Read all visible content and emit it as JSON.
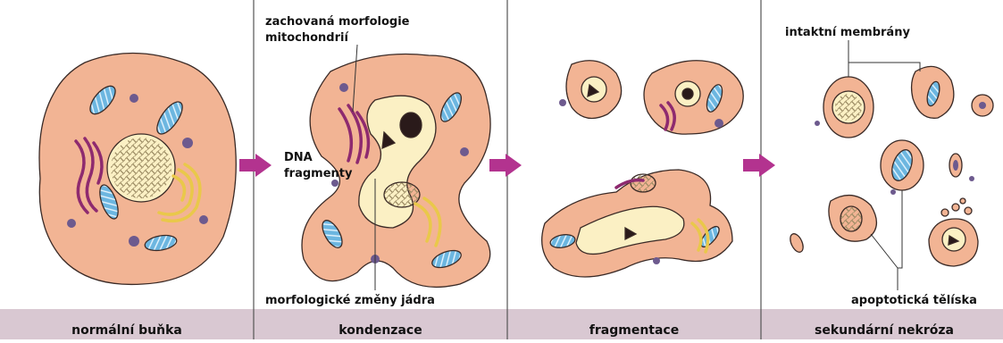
{
  "stages": [
    {
      "caption": "normální buňka"
    },
    {
      "caption": "kondenzace"
    },
    {
      "caption": "fragmentace"
    },
    {
      "caption": "sekundární nekróza"
    }
  ],
  "annotations": {
    "mito_line1": "zachovaná morfologie",
    "mito_line2": "mitochondrií",
    "dna_line1": "DNA",
    "dna_line2": "fragmenty",
    "nucleus_changes": "morfologické změny jádra",
    "intact_membranes": "intaktní membrány",
    "apoptotic_bodies": "apoptotická tělíska"
  },
  "colors": {
    "cytoplasm": "#f2b494",
    "cell_outline": "#3a2a26",
    "nucleus": "#fbf0c4",
    "mitochondria": "#6cb6e0",
    "er": "#8e2a6f",
    "golgi": "#e9c84a",
    "vesicle": "#6d5a8e",
    "arrow": "#b3338f",
    "caption_bar": "#d9c8d2",
    "divider": "#555555"
  }
}
